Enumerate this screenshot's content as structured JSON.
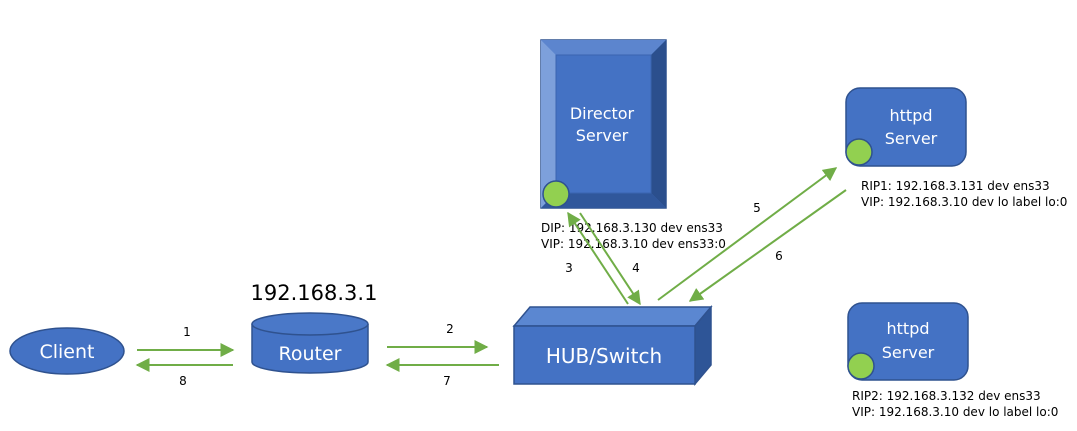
{
  "nodes": {
    "client": {
      "label": "Client"
    },
    "router": {
      "label": "Router",
      "ip": "192.168.3.1"
    },
    "switch": {
      "label": "HUB/Switch"
    },
    "director": {
      "line1": "Director",
      "line2": "Server",
      "dip": "DIP: 192.168.3.130 dev ens33",
      "vip": "VIP: 192.168.3.10 dev ens33:0"
    },
    "rs1": {
      "line1": "httpd",
      "line2": "Server",
      "rip": "RIP1: 192.168.3.131 dev ens33",
      "vip": "VIP: 192.168.3.10 dev lo label lo:0"
    },
    "rs2": {
      "line1": "httpd",
      "line2": "Server",
      "rip": "RIP2: 192.168.3.132 dev ens33",
      "vip": "VIP: 192.168.3.10 dev lo label lo:0"
    }
  },
  "steps": [
    "1",
    "2",
    "3",
    "4",
    "5",
    "6",
    "7",
    "8"
  ],
  "colors": {
    "node_fill": "#4472c4",
    "node_stroke": "#2f528f",
    "arrow": "#70ad47",
    "status_dot": "#92d050"
  }
}
